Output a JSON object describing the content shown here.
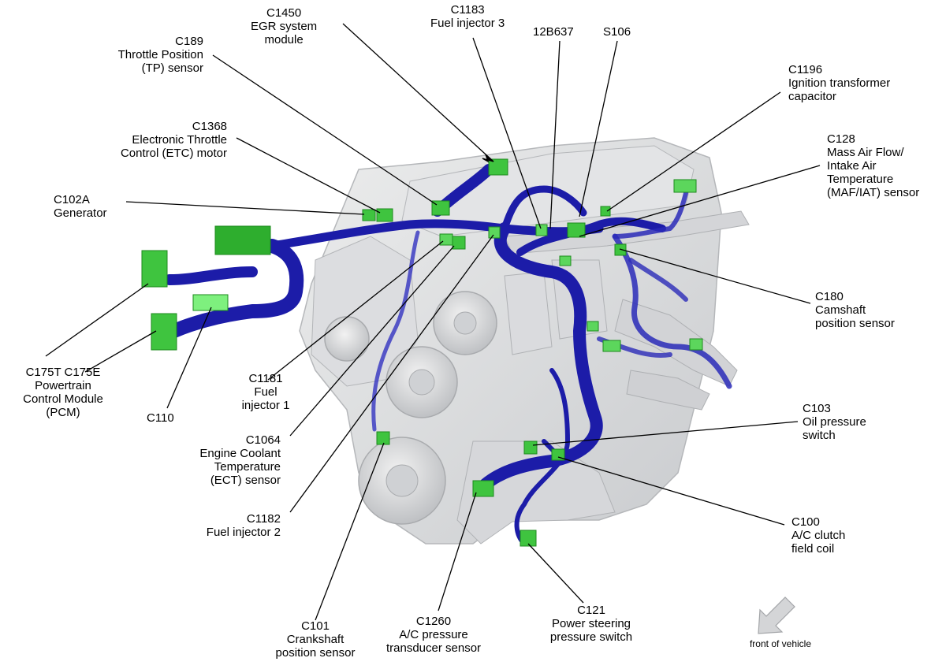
{
  "labels": {
    "c1450": [
      "C1450",
      "EGR system",
      "module"
    ],
    "c1183": [
      "C1183",
      "Fuel injector 3"
    ],
    "b12b637": [
      "12B637"
    ],
    "s106": [
      "S106"
    ],
    "c189": [
      "C189",
      "Throttle Position",
      "(TP) sensor"
    ],
    "c1196": [
      "C1196",
      "Ignition transformer",
      "capacitor"
    ],
    "c1368": [
      "C1368",
      "Electronic Throttle",
      "Control (ETC) motor"
    ],
    "c128": [
      "C128",
      "Mass Air Flow/",
      "Intake Air",
      "Temperature",
      "(MAF/IAT) sensor"
    ],
    "c102a": [
      "C102A",
      "Generator"
    ],
    "c180": [
      "C180",
      "Camshaft",
      "position sensor"
    ],
    "c175": [
      "C175T C175E",
      "Powertrain",
      "Control Module",
      "(PCM)"
    ],
    "c110": [
      "C110"
    ],
    "c1181": [
      "C1181",
      "Fuel",
      "injector 1"
    ],
    "c1064": [
      "C1064",
      "Engine Coolant",
      "Temperature",
      "(ECT) sensor"
    ],
    "c1182": [
      "C1182",
      "Fuel injector 2"
    ],
    "c103": [
      "C103",
      "Oil pressure",
      "switch"
    ],
    "c100": [
      "C100",
      "A/C clutch",
      "field coil"
    ],
    "c101": [
      "C101",
      "Crankshaft",
      "position sensor"
    ],
    "c1260": [
      "C1260",
      "A/C pressure",
      "transducer sensor"
    ],
    "c121": [
      "C121",
      "Power steering",
      "pressure switch"
    ],
    "front": [
      "front of vehicle"
    ]
  },
  "colors": {
    "harness": "#1c1ca8",
    "harness_dark": "#0d0d7a",
    "connector": "#3fc43f",
    "connector_dark": "#1e8a1e",
    "engine": "#d9dadc",
    "engine_edge": "#b5b7ba",
    "leader": "#000000"
  }
}
